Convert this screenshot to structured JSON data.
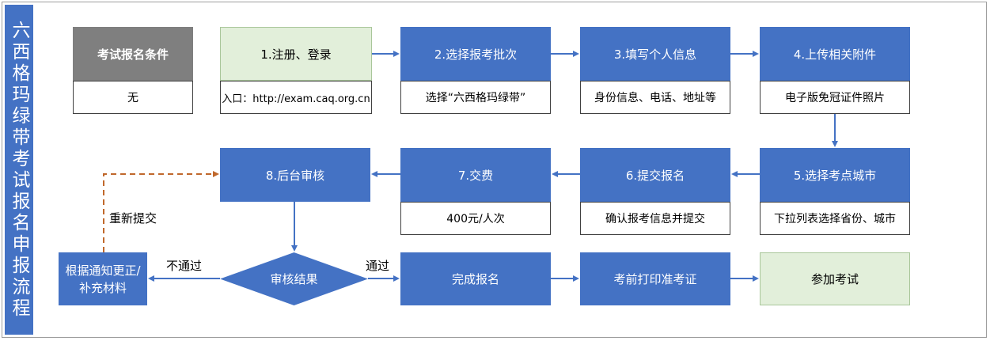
{
  "sidebar_title": "六西格玛绿带考试报名申报流程",
  "conditions": {
    "title": "考试报名条件",
    "detail": "无"
  },
  "steps": [
    {
      "title": "1.注册、登录",
      "detail": "入口：http://exam.caq.org.cn"
    },
    {
      "title": "2.选择报考批次",
      "detail": "选择“六西格玛绿带”"
    },
    {
      "title": "3.填写个人信息",
      "detail": "身份信息、电话、地址等"
    },
    {
      "title": "4.上传相关附件",
      "detail": "电子版免冠证件照片"
    },
    {
      "title": "5.选择考点城市",
      "detail": "下拉列表选择省份、城市"
    },
    {
      "title": "6.提交报名",
      "detail": "确认报考信息并提交"
    },
    {
      "title": "7.交费",
      "detail": "400元/人次"
    },
    {
      "title": "8.后台审核"
    }
  ],
  "review_result": "审核结果",
  "fail_label": "不通过",
  "pass_label": "通过",
  "resubmit_label": "重新提交",
  "correct_box": "根据通知更正/补充材料",
  "complete": "完成报名",
  "print_ticket": "考前打印准考证",
  "attend_exam": "参加考试",
  "colors": {
    "blue": "#4472c4",
    "grey": "#7f7f7f",
    "green": "#e2efda",
    "dashed": "#c0682c"
  }
}
